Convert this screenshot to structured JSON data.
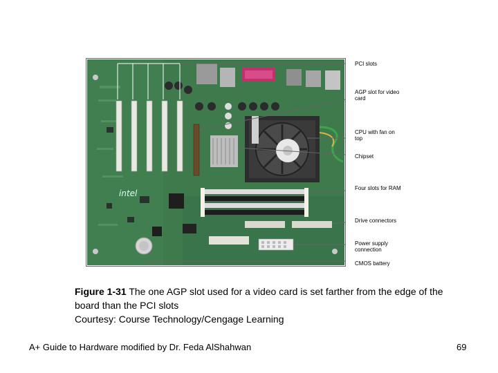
{
  "figure": {
    "callouts": [
      {
        "text": "PCI slots"
      },
      {
        "text": "AGP slot for video card"
      },
      {
        "text": "CPU with fan on top"
      },
      {
        "text": "Chipset"
      },
      {
        "text": "Four slots for RAM"
      },
      {
        "text": "Drive connectors"
      },
      {
        "text": "Power supply connection"
      },
      {
        "text": "CMOS battery"
      }
    ]
  },
  "caption": {
    "number": "Figure 1-31",
    "text": " The one AGP slot used for a video card is set farther from the edge of the board than the PCI slots",
    "courtesy": "Courtesy: Course Technology/Cengage Learning"
  },
  "footer": {
    "source": "A+ Guide to Hardware modified by Dr. Feda AlShahwan",
    "page_number": "69"
  },
  "colors": {
    "board_green": "#3e7a4c",
    "slot_white": "#e9e9e4",
    "ram_black": "#1d1d1d",
    "parallel_port": "#c2306e",
    "callout_line": "#666666"
  }
}
